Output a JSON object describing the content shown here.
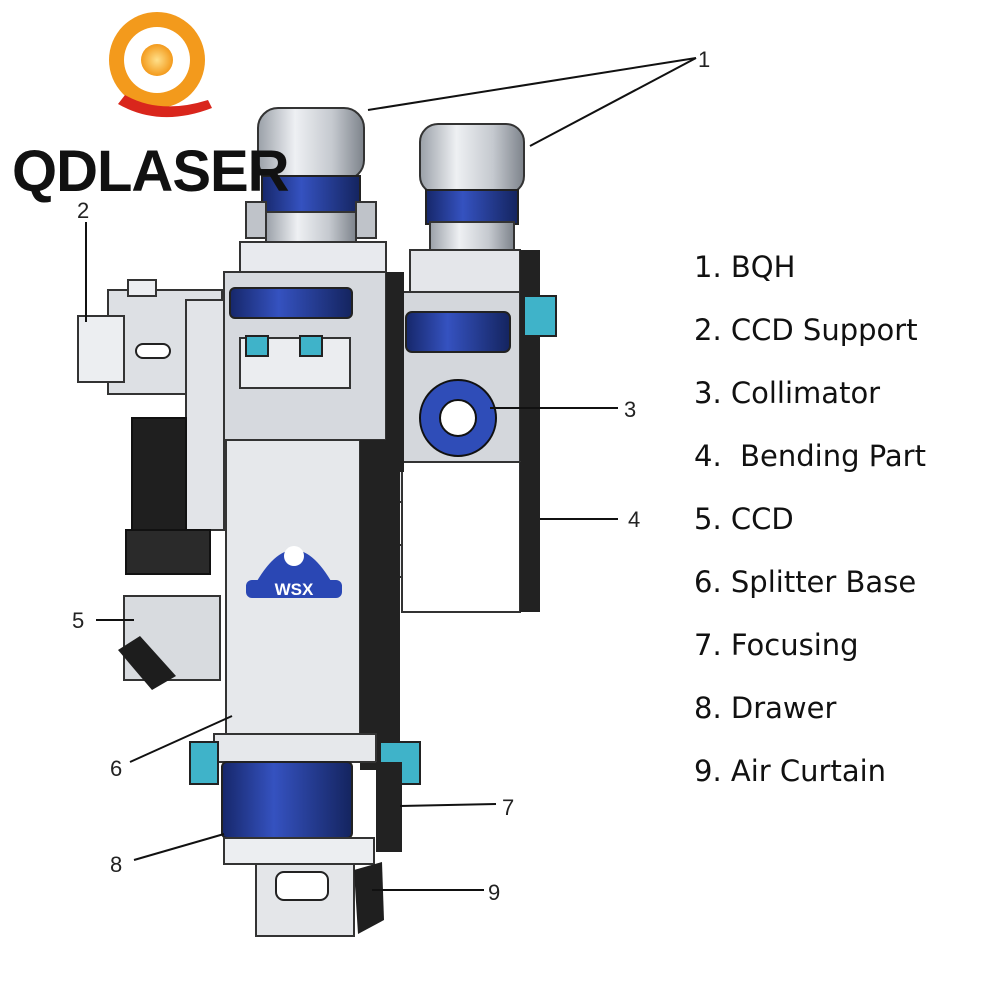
{
  "brand": {
    "name": "QDLASER"
  },
  "machine_logo": {
    "text": "WSX"
  },
  "callouts": [
    "1",
    "2",
    "3",
    "4",
    "5",
    "6",
    "7",
    "8",
    "9"
  ],
  "legend": [
    "1. BQH",
    "2. CCD Support",
    "3. Collimator",
    "4.  Bending Part",
    "5. CCD",
    "6. Splitter Base",
    "7. Focusing",
    "8. Drawer",
    "9. Air Curtain"
  ],
  "colors": {
    "brand_orange": "#f39a1c",
    "brand_red": "#d9261c",
    "part_blue": "#1f3c9a",
    "metal_grey": "#d8dbe0",
    "valve_teal": "#3fb3c9"
  }
}
